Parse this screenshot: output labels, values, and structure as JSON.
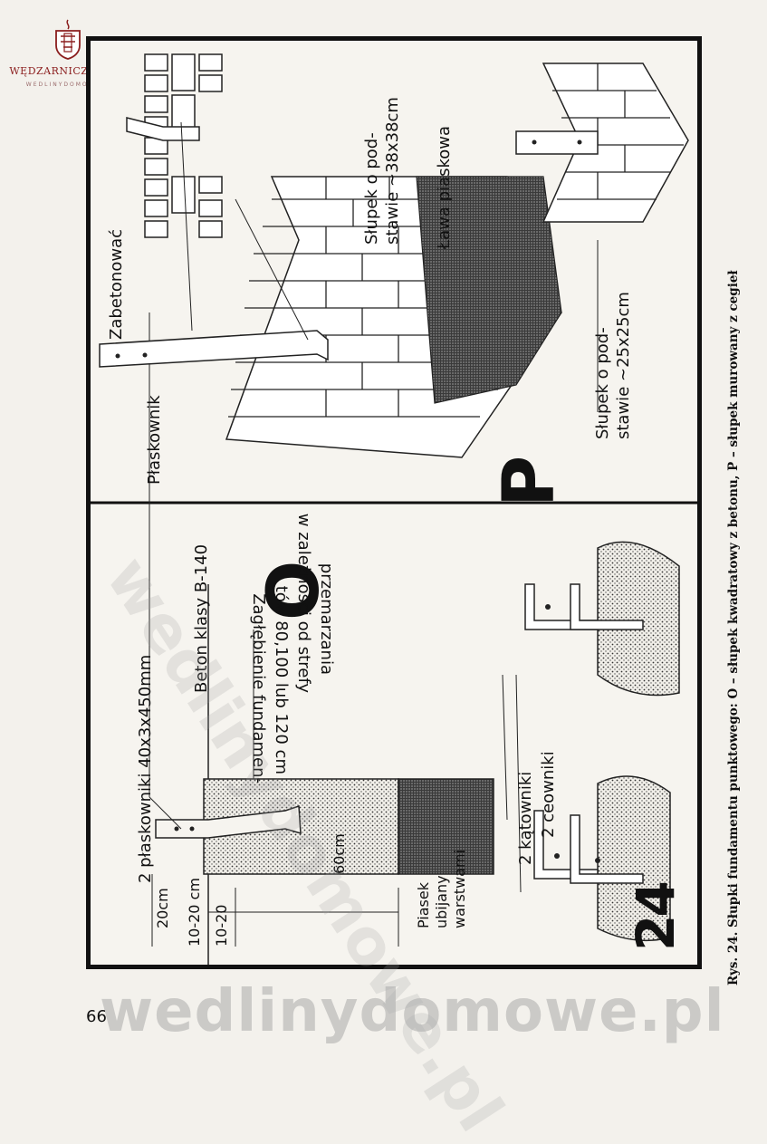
{
  "logo": {
    "name": "WĘDZARNICZA BRAĆ",
    "site": "WEDLINYDOMOWE.PL"
  },
  "figure": {
    "number": "24",
    "panel_o": {
      "letter": "O",
      "labels": {
        "flat_bars": "2 płaskowniki 40x3x450mm",
        "concrete": "Beton klasy B-140",
        "depth_line1": "Zagłębienie fundamen-",
        "depth_line2": "tów 80,100 lub 120 cm",
        "depth_line3": "w zależności od strefy",
        "depth_line4": "przemarzania",
        "sand_line1": "Piasek",
        "sand_line2": "ubijany",
        "sand_line3": "warstwami",
        "dim_20": "20cm",
        "dim_10_20_a": "10-20 cm",
        "dim_10_20_b": "10-20",
        "dim_60": "60cm",
        "angles": "2 kątowniki",
        "channels": "2 ceowniki"
      }
    },
    "panel_p": {
      "letter": "P",
      "labels": {
        "flat_bar": "Płaskownik",
        "to_concrete": "Zabetonować",
        "post_38_line1": "Słupek o pod-",
        "post_38_line2": "stawie ~38x38cm",
        "sand_bench": "Ława piaskowa",
        "post_25_line1": "Słupek o pod-",
        "post_25_line2": "stawie ~25x25cm"
      }
    }
  },
  "caption": "Rys. 24. Słupki fundamentu punktowego: O – słupek kwadratowy z betonu, P – słupek murowany z cegieł",
  "page_number": "66",
  "watermark": "wedlinydomowe.pl"
}
